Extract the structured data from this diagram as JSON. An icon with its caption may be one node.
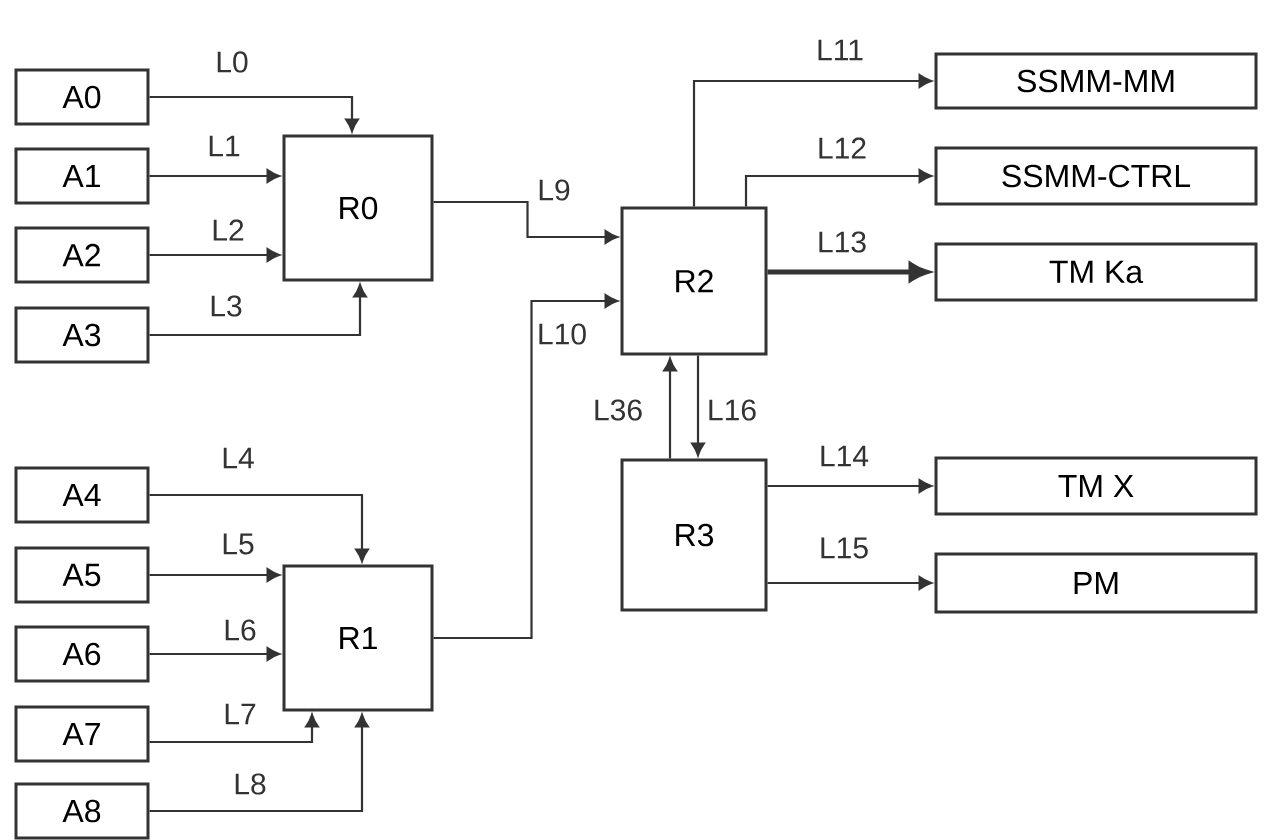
{
  "diagram": {
    "nodes": [
      {
        "text": [
          "A0"
        ]
      },
      {
        "text": [
          "A1"
        ]
      },
      {
        "text": [
          "A2"
        ]
      },
      {
        "text": [
          "A3"
        ]
      },
      {
        "text": [
          "A4"
        ]
      },
      {
        "text": [
          "A5"
        ]
      },
      {
        "text": [
          "A6"
        ]
      },
      {
        "text": [
          "A7"
        ]
      },
      {
        "text": [
          "A8"
        ]
      },
      {
        "text": [
          "R0"
        ]
      },
      {
        "text": [
          "R1"
        ]
      },
      {
        "text": [
          "R2"
        ]
      },
      {
        "text": [
          "R3"
        ]
      },
      {
        "text": [
          "SSMM-MM"
        ]
      },
      {
        "text": [
          "SSMM-CTRL"
        ]
      },
      {
        "text": [
          "TM Ka"
        ]
      },
      {
        "text": [
          "TM X"
        ]
      },
      {
        "text": [
          "PM"
        ]
      }
    ],
    "edges": [
      {
        "from": 0,
        "to": 9,
        "arrow": "to",
        "label": "L0"
      },
      {
        "from": 1,
        "to": 9,
        "arrow": "to",
        "label": "L1"
      },
      {
        "from": 2,
        "to": 9,
        "arrow": "to",
        "label": "L2"
      },
      {
        "from": 3,
        "to": 9,
        "arrow": "to",
        "label": "L3"
      },
      {
        "from": 4,
        "to": 10,
        "arrow": "to",
        "label": "L4"
      },
      {
        "from": 5,
        "to": 10,
        "arrow": "to",
        "label": "L5"
      },
      {
        "from": 6,
        "to": 10,
        "arrow": "to",
        "label": "L6"
      },
      {
        "from": 7,
        "to": 10,
        "arrow": "to",
        "label": "L7"
      },
      {
        "from": 8,
        "to": 10,
        "arrow": "to",
        "label": "L8"
      },
      {
        "from": 9,
        "to": 11,
        "arrow": "to",
        "label": "L9"
      },
      {
        "from": 10,
        "to": 11,
        "arrow": "to",
        "label": "L10"
      },
      {
        "from": 11,
        "to": 13,
        "arrow": "to",
        "label": "L11"
      },
      {
        "from": 11,
        "to": 14,
        "arrow": "to",
        "label": "L12"
      },
      {
        "from": 11,
        "to": 15,
        "arrow": "to",
        "label": "L13",
        "style": "thick"
      },
      {
        "from": 12,
        "to": 16,
        "arrow": "to",
        "label": "L14"
      },
      {
        "from": 12,
        "to": 17,
        "arrow": "to",
        "label": "L15"
      },
      {
        "from": 11,
        "to": 12,
        "arrow": "to",
        "label": "L16"
      },
      {
        "from": 12,
        "to": 11,
        "arrow": "to",
        "label": "L36"
      }
    ]
  }
}
